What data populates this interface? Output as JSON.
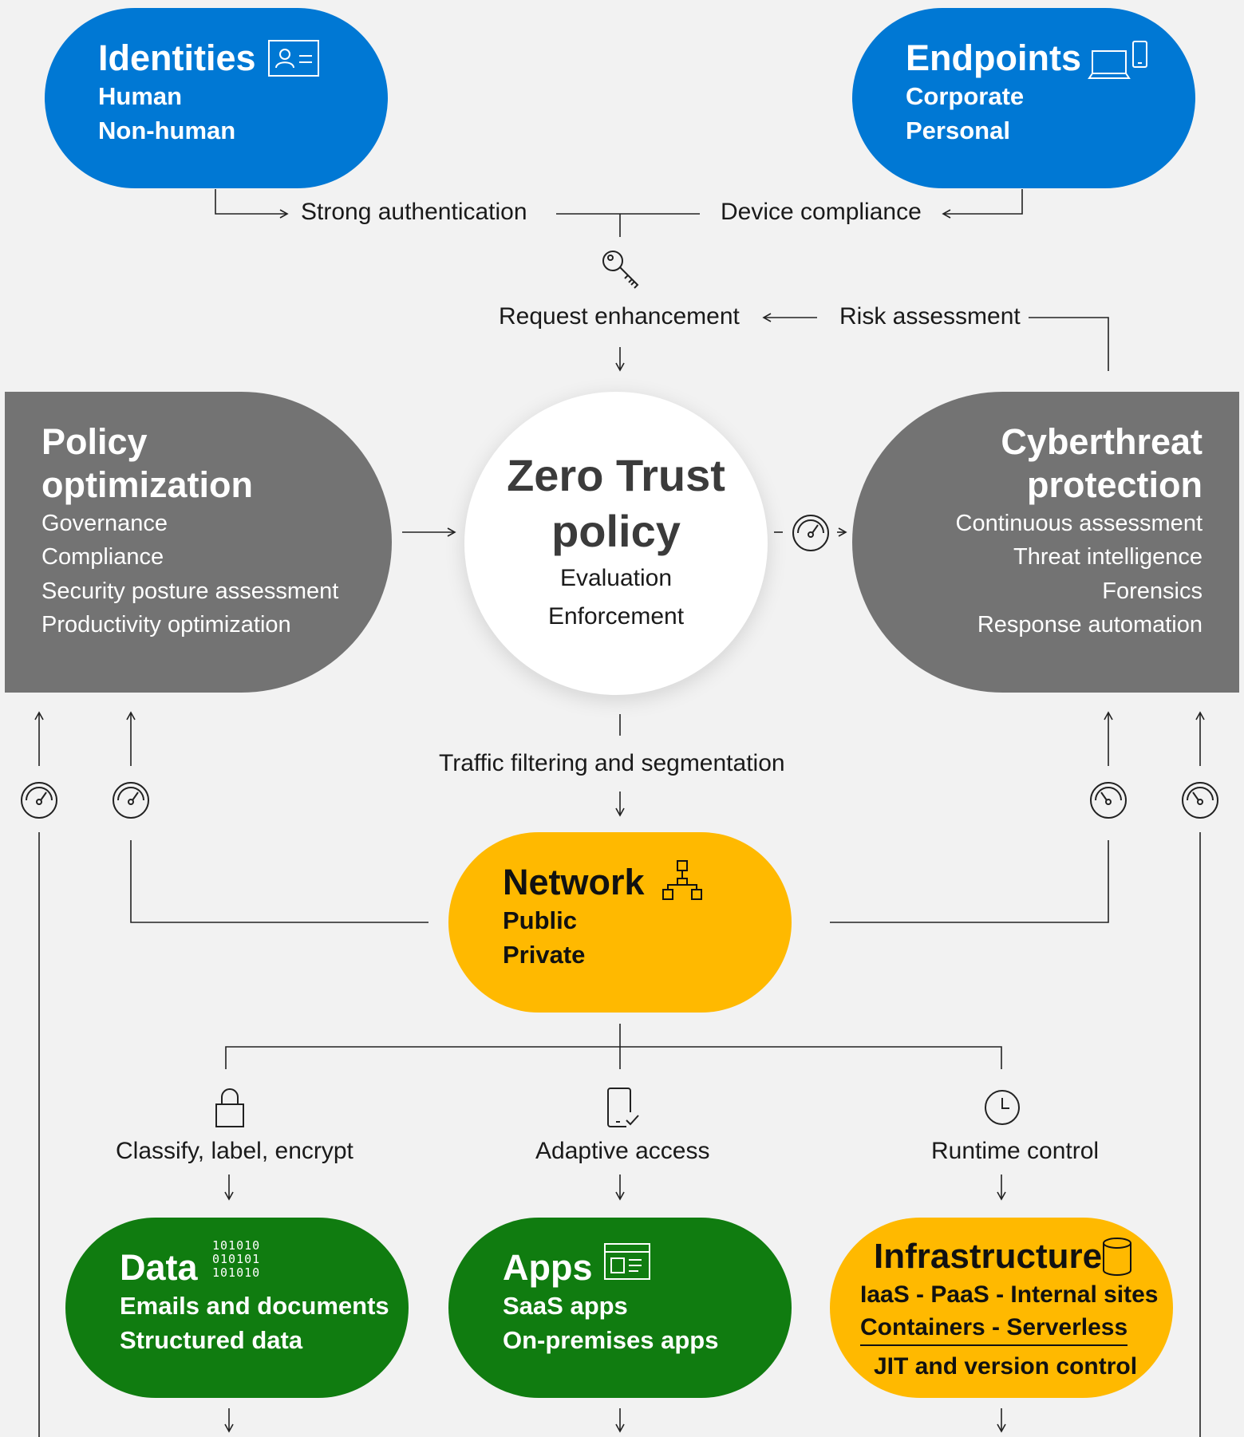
{
  "identities": {
    "title": "Identities",
    "items": [
      "Human",
      "Non-human"
    ]
  },
  "endpoints": {
    "title": "Endpoints",
    "items": [
      "Corporate",
      "Personal"
    ]
  },
  "labels": {
    "strong_auth": "Strong authentication",
    "device_compliance": "Device compliance",
    "request_enhancement": "Request enhancement",
    "risk_assessment": "Risk assessment",
    "traffic": "Traffic filtering and segmentation",
    "classify": "Classify, label, encrypt",
    "adaptive": "Adaptive access",
    "runtime": "Runtime control"
  },
  "policy": {
    "title_line1": "Policy",
    "title_line2": "optimization",
    "items": [
      "Governance",
      "Compliance",
      "Security posture assessment",
      "Productivity optimization"
    ]
  },
  "zero_trust": {
    "title_line1": "Zero Trust",
    "title_line2": "policy",
    "items": [
      "Evaluation",
      "Enforcement"
    ]
  },
  "cyber": {
    "title_line1": "Cyberthreat",
    "title_line2": "protection",
    "items": [
      "Continuous assessment",
      "Threat intelligence",
      "Forensics",
      "Response automation"
    ]
  },
  "network": {
    "title": "Network",
    "items": [
      "Public",
      "Private"
    ]
  },
  "data_node": {
    "title": "Data",
    "items": [
      "Emails and documents",
      "Structured data"
    ],
    "binary": [
      "101010",
      "010101",
      "101010"
    ]
  },
  "apps": {
    "title": "Apps",
    "items": [
      "SaaS apps",
      "On-premises apps"
    ]
  },
  "infra": {
    "title": "Infrastructure",
    "line1": "IaaS - PaaS - Internal sites",
    "line2": "Containers - Serverless",
    "line3": "JIT and version control"
  },
  "icons": [
    "id-card-icon",
    "laptop-phone-icon",
    "key-icon",
    "gauge-icon",
    "network-icon",
    "lock-icon",
    "phone-check-icon",
    "clock-icon",
    "binary-icon",
    "app-window-icon",
    "database-icon"
  ],
  "colors": {
    "blue": "#0078d4",
    "gray": "#737373",
    "yellow": "#ffb900",
    "green": "#107c10"
  }
}
